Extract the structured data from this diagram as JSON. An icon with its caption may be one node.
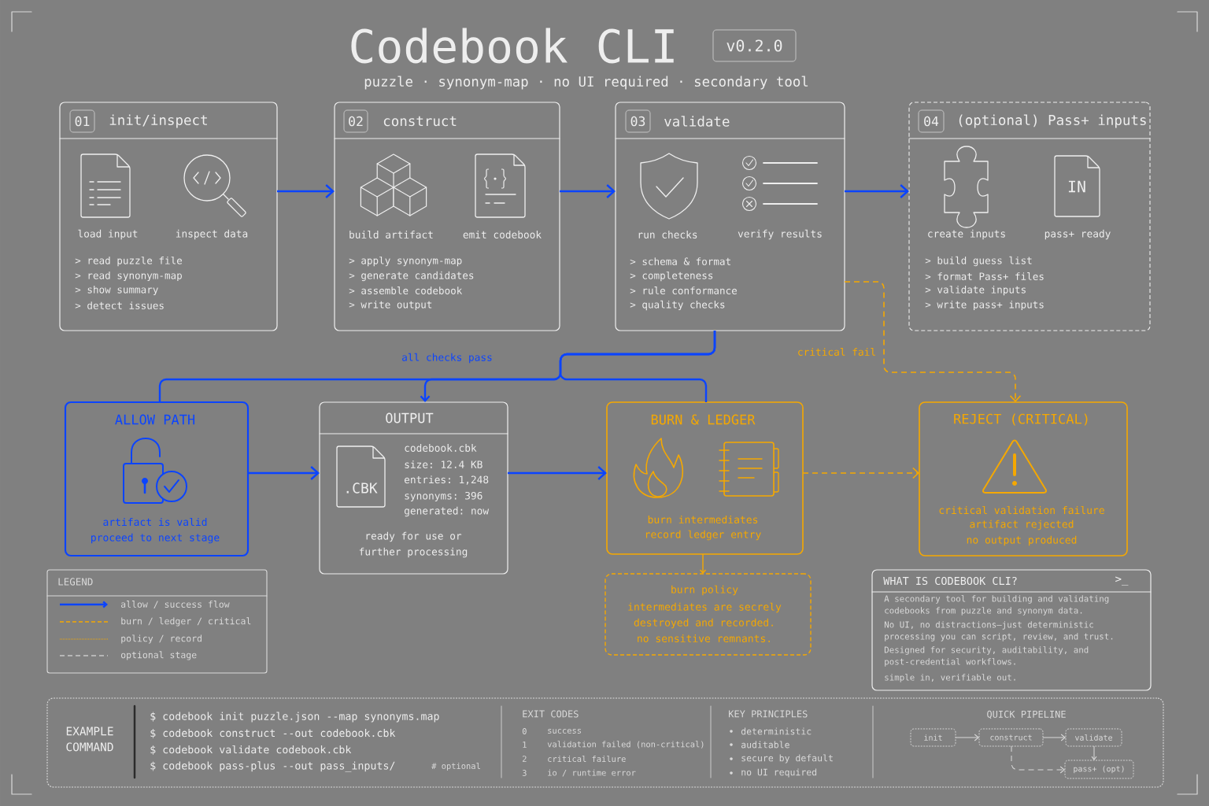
{
  "diagram": {
    "title": "Codebook CLI",
    "nodes": [
      {
        "text": [
          "v0.2.0"
        ]
      },
      {
        "text": [
          "init/inspect",
          "load input",
          "inspect data",
          "> read puzzle file",
          "> read synonym-map",
          "> show summary",
          "> detect issues"
        ]
      },
      {
        "text": [
          "01"
        ],
        "in": 1
      },
      {
        "text": [
          "construct",
          "build artifact",
          "emit codebook",
          "> apply synonym-map",
          "> generate candidates",
          "> assemble codebook",
          "> write output"
        ]
      },
      {
        "text": [
          "02"
        ],
        "in": 3
      },
      {
        "text": [
          "validate",
          "run checks",
          "verify results",
          "> schema & format",
          "> completeness",
          "> rule conformance",
          "> quality checks"
        ]
      },
      {
        "text": [
          "03"
        ],
        "in": 5
      },
      {
        "text": [
          "(optional) Pass+ inputs",
          "IN",
          "create inputs",
          "pass+ ready",
          "> build guess list",
          "> format Pass+ files",
          "> validate inputs",
          "> write pass+ inputs"
        ]
      },
      {
        "text": [
          "04"
        ],
        "in": 7
      },
      {
        "text": [
          "ALLOW PATH",
          "artifact is valid",
          "proceed to next stage"
        ]
      },
      {
        "text": [
          "OUTPUT",
          ".CBK",
          "codebook.cbk",
          "size: 12.4 KB",
          "entries: 1,248",
          "synonyms: 396",
          "generated: now",
          "ready for use or further processing"
        ]
      },
      {
        "text": [
          "BURN & LEDGER",
          "burn intermediates",
          "record ledger entry"
        ]
      },
      {
        "text": [
          "REJECT (CRITICAL)",
          "critical validation failure",
          "artifact rejected",
          "no output produced"
        ]
      },
      {
        "text": [
          "burn policy",
          "intermediates are secrely destroyed and recorded.",
          "no sensitive remnants."
        ]
      },
      {
        "text": [
          "WHAT IS CODEBOOK CLI?",
          ">_",
          "A secondary tool for building and validating codebooks from puzzle and synonym data.",
          "No UI, no distractions—just deterministic processing you can script, review, and trust.",
          "Designed for security, auditability, and post-credential workflows.",
          "simple in, verifiable out."
        ]
      },
      {
        "text": [
          "EXAMPLE COMMAND",
          "$ codebook init puzzle.json --map synonyms.map",
          "$ codebook construct --out codebook.cbk",
          "$ codebook validate codebook.cbk",
          "$ codebook pass-plus --out pass_inputs/",
          "# optional",
          "EXIT CODES",
          "0",
          "success",
          "1",
          "validation failed (non-critical)",
          "2",
          "critical failure",
          "3",
          "io / runtime error",
          "KEY PRINCIPLES",
          "deterministic",
          "auditable",
          "secure by default",
          "no UI required",
          "QUICK PIPELINE"
        ]
      },
      {
        "text": [
          "init"
        ],
        "in": 15
      },
      {
        "text": [
          "construct"
        ],
        "in": 15
      },
      {
        "text": [
          "validate"
        ],
        "in": 15
      },
      {
        "text": [
          "pass+ (opt)"
        ],
        "in": 15
      }
    ],
    "edges": [
      {
        "from": 1,
        "to": 3,
        "arrow": "to"
      },
      {
        "from": 3,
        "to": 5,
        "arrow": "to"
      },
      {
        "from": 5,
        "to": 7,
        "arrow": "to"
      },
      {
        "from": 5,
        "to": 10,
        "arrow": "to",
        "label": "all checks pass"
      },
      {
        "from": 5,
        "to": 9,
        "arrow": "none"
      },
      {
        "from": 5,
        "to": 11,
        "arrow": "none"
      },
      {
        "from": 9,
        "to": 10,
        "arrow": "to"
      },
      {
        "from": 10,
        "to": 11,
        "arrow": "to"
      },
      {
        "from": 11,
        "to": 12,
        "arrow": "to",
        "style": "dashed",
        "color": "#f5a800"
      },
      {
        "from": 5,
        "to": 12,
        "arrow": "to",
        "label": "critical fail",
        "style": "dashed",
        "color": "#f5a800"
      },
      {
        "from": 11,
        "to": 13,
        "arrow": "to",
        "color": "#f5a800"
      },
      {
        "from": 16,
        "to": 17,
        "arrow": "to",
        "color": "#dadada"
      },
      {
        "from": 17,
        "to": 18,
        "arrow": "to",
        "color": "#dadada"
      },
      {
        "from": 18,
        "to": 19,
        "arrow": "to",
        "color": "#dadada"
      },
      {
        "from": 17,
        "to": 19,
        "arrow": "to",
        "style": "dashed",
        "color": "#dadada"
      }
    ],
    "labels": [
      "puzzle · synonym-map · no UI required · secondary tool",
      "LEGEND"
    ],
    "legend": [
      {
        "text": "allow / success flow"
      },
      {
        "text": "burn / ledger / critical"
      },
      {
        "text": "policy / record"
      },
      {
        "text": "optional stage"
      }
    ]
  }
}
